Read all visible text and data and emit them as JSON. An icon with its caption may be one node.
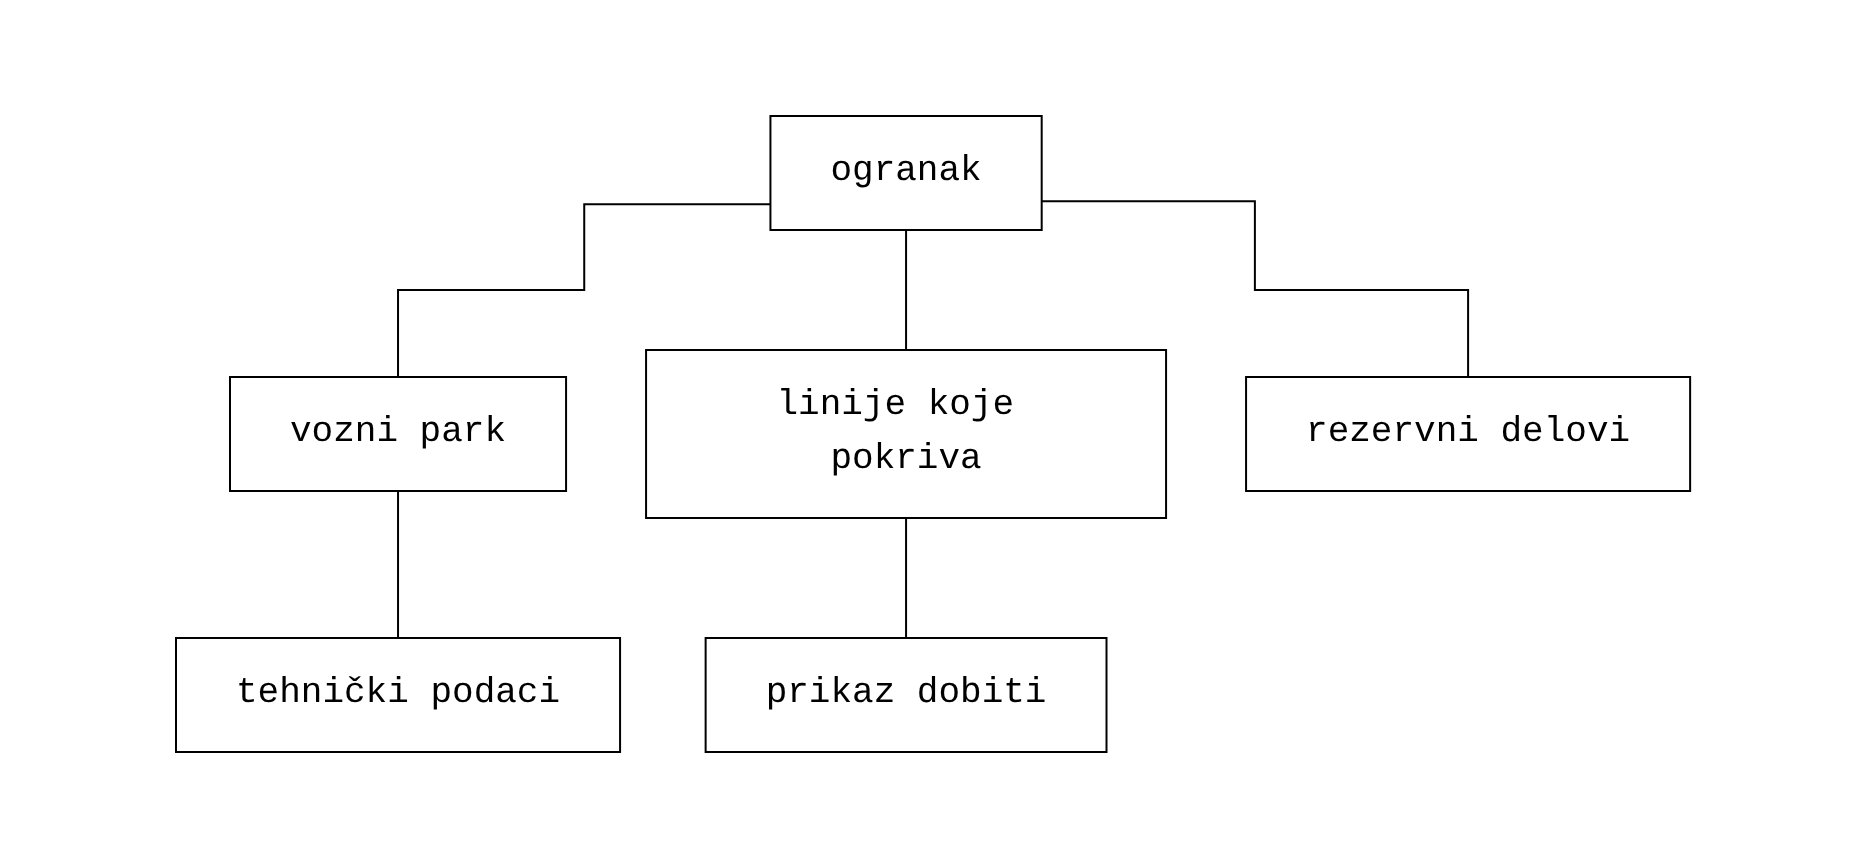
{
  "diagram": {
    "nodes": [
      {
        "text": [
          "ogranak"
        ]
      },
      {
        "text": [
          "vozni park"
        ]
      },
      {
        "text": [
          "linije koje pokriva"
        ]
      },
      {
        "text": [
          "tehnički podaci"
        ]
      },
      {
        "text": [
          "rezervni delovi"
        ]
      },
      {
        "text": [
          "prikaz dobiti"
        ]
      }
    ],
    "edges": [
      {
        "from": 0,
        "to": 1,
        "arrow": "none"
      },
      {
        "from": 0,
        "to": 4,
        "arrow": "none"
      },
      {
        "from": 0,
        "to": 2,
        "arrow": "none"
      },
      {
        "from": 1,
        "to": 3,
        "arrow": "none"
      },
      {
        "from": 2,
        "to": 5,
        "arrow": "none"
      }
    ]
  }
}
